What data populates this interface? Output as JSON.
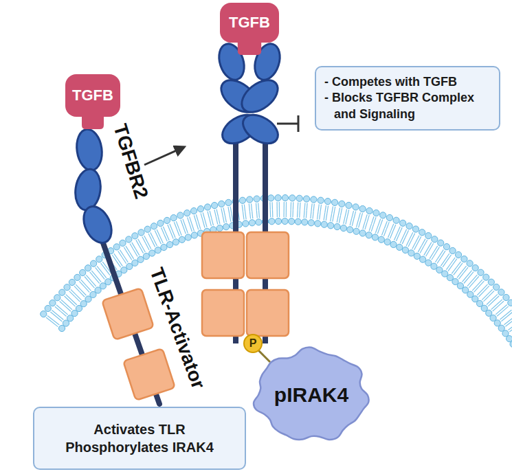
{
  "diagram": {
    "nodes": [
      {
        "text": [
          "TGFB"
        ]
      },
      {
        "text": [
          "TGFB"
        ]
      },
      {
        "text": [
          "- Competes with TGFB",
          "- Blocks TGFBR Complex and Signaling"
        ]
      },
      {
        "text": [
          "P"
        ]
      },
      {
        "text": [
          "pIRAK4"
        ]
      },
      {
        "text": [
          "Activates TLR",
          "Phosphorylates IRAK4"
        ]
      }
    ],
    "labels": [
      "TGFBR2",
      "TLR-Activator"
    ]
  }
}
